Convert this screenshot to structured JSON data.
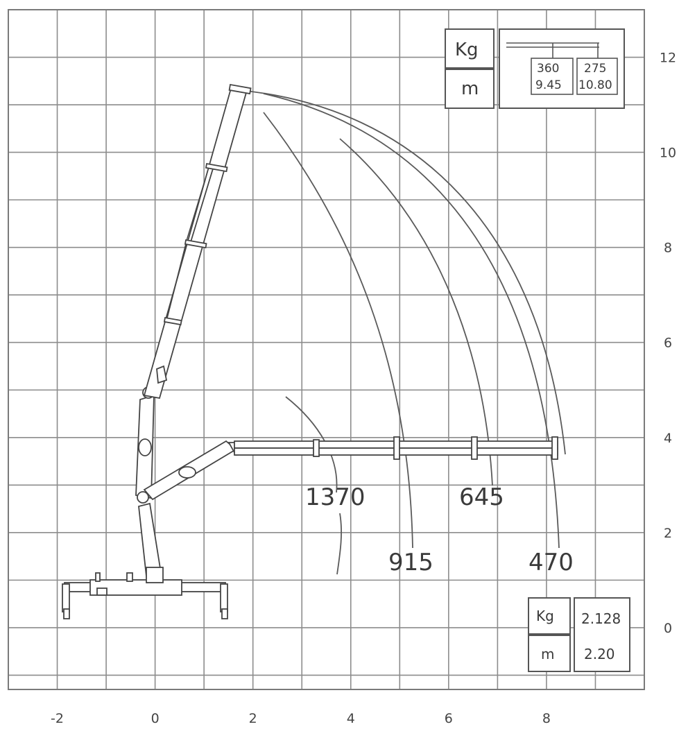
{
  "chart_data": {
    "type": "load_chart",
    "x_ticks": [
      "-2",
      "0",
      "2",
      "4",
      "6",
      "8"
    ],
    "y_ticks": [
      "0",
      "2",
      "4",
      "6",
      "8",
      "10",
      "12"
    ],
    "xlim": [
      -3,
      10
    ],
    "ylim": [
      -1.3,
      13
    ],
    "grid": true,
    "load_curves": [
      {
        "label": "1370",
        "kg": 1370
      },
      {
        "label": "915",
        "kg": 915
      },
      {
        "label": "645",
        "kg": 645
      },
      {
        "label": "470",
        "kg": 470
      }
    ],
    "outer_reach_box": {
      "kg_label": "Kg",
      "m_label": "m",
      "entries": [
        {
          "kg": "360",
          "m": "9.45"
        },
        {
          "kg": "275",
          "m": "10.80"
        }
      ]
    },
    "base_box": {
      "kg_label": "Kg",
      "m_label": "m",
      "kg": "2.128",
      "m": "2.20"
    }
  },
  "colors": {
    "grid": "#8c8c8c",
    "line": "#5a5a5a",
    "text": "#3a3a3a",
    "background": "#ffffff"
  }
}
